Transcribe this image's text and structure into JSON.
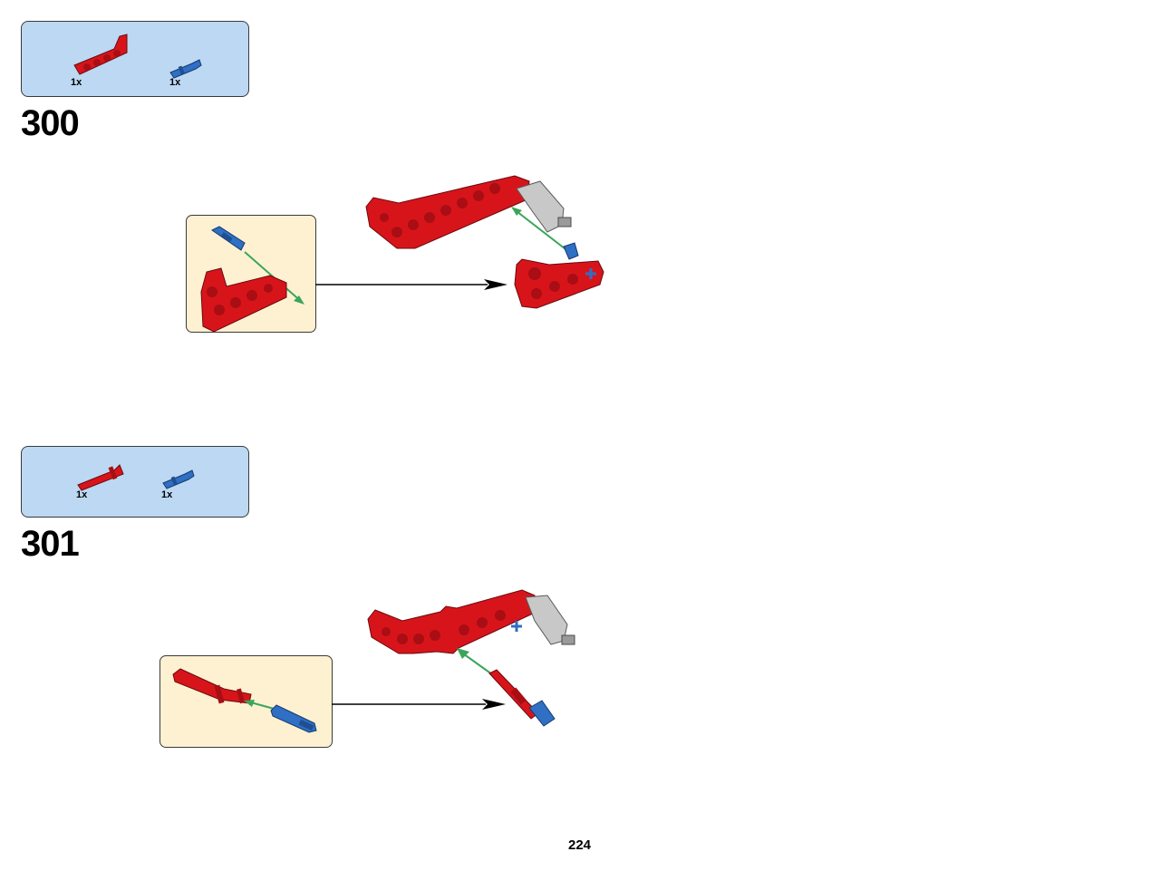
{
  "steps": [
    {
      "number": "300",
      "parts": [
        {
          "icon": "red-l-beam-icon",
          "qty": "1x"
        },
        {
          "icon": "blue-axle-pin-icon",
          "qty": "1x"
        }
      ]
    },
    {
      "number": "301",
      "parts": [
        {
          "icon": "red-axle-pin-icon",
          "qty": "1x"
        },
        {
          "icon": "blue-axle-pin-icon",
          "qty": "1x"
        }
      ]
    }
  ],
  "colors": {
    "parts_box": "#bcd8f3",
    "callout": "#fdf1d2",
    "brick_red": "#d8141b",
    "brick_blue": "#2f6fc4",
    "brick_gray": "#c8c8c8",
    "guide_arrow": "#3aa65a"
  },
  "page_number": "224"
}
